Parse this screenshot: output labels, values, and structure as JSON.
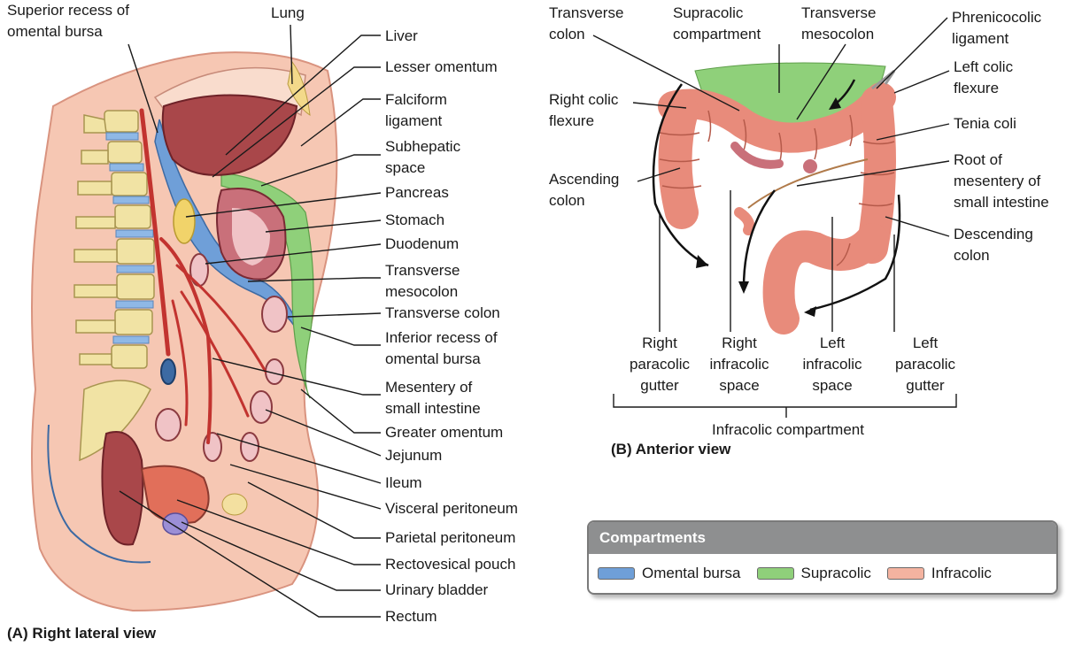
{
  "panel_a": {
    "caption": "(A) Right lateral view",
    "labels": {
      "superior_recess_1": "Superior recess of",
      "superior_recess_2": "omental bursa",
      "lung": "Lung",
      "liver": "Liver",
      "lesser_omentum": "Lesser omentum",
      "falciform_1": "Falciform",
      "falciform_2": "ligament",
      "subhepatic_1": "Subhepatic",
      "subhepatic_2": "space",
      "pancreas": "Pancreas",
      "stomach": "Stomach",
      "duodenum": "Duodenum",
      "transverse_mesocolon_1": "Transverse",
      "transverse_mesocolon_2": "mesocolon",
      "transverse_colon": "Transverse colon",
      "inferior_recess_1": "Inferior recess of",
      "inferior_recess_2": "omental bursa",
      "mesentery_1": "Mesentery of",
      "mesentery_2": "small intestine",
      "greater_omentum": "Greater omentum",
      "jejunum": "Jejunum",
      "ileum": "Ileum",
      "visceral_peritoneum": "Visceral peritoneum",
      "parietal_peritoneum": "Parietal peritoneum",
      "rectovesical_pouch": "Rectovesical pouch",
      "urinary_bladder": "Urinary bladder",
      "rectum": "Rectum"
    }
  },
  "panel_b": {
    "caption": "(B) Anterior view",
    "labels": {
      "transverse_colon_1": "Transverse",
      "transverse_colon_2": "colon",
      "supracolic_1": "Supracolic",
      "supracolic_2": "compartment",
      "transverse_mesocolon_1": "Transverse",
      "transverse_mesocolon_2": "mesocolon",
      "phrenicocolic_1": "Phrenicocolic",
      "phrenicocolic_2": "ligament",
      "left_colic_1": "Left colic",
      "left_colic_2": "flexure",
      "right_colic_1": "Right colic",
      "right_colic_2": "flexure",
      "tenia_coli": "Tenia coli",
      "ascending_1": "Ascending",
      "ascending_2": "colon",
      "root_1": "Root of",
      "root_2": "mesentery of",
      "root_3": "small intestine",
      "descending_1": "Descending",
      "descending_2": "colon",
      "right_paracolic_1": "Right",
      "right_paracolic_2": "paracolic",
      "right_paracolic_3": "gutter",
      "right_infracolic_1": "Right",
      "right_infracolic_2": "infracolic",
      "right_infracolic_3": "space",
      "left_infracolic_1": "Left",
      "left_infracolic_2": "infracolic",
      "left_infracolic_3": "space",
      "left_paracolic_1": "Left",
      "left_paracolic_2": "paracolic",
      "left_paracolic_3": "gutter",
      "infracolic_compartment": "Infracolic compartment"
    }
  },
  "legend": {
    "title": "Compartments",
    "items": [
      {
        "label": "Omental bursa",
        "color": "#6f9fd8"
      },
      {
        "label": "Supracolic",
        "color": "#8fd07a"
      },
      {
        "label": "Infracolic",
        "color": "#f4b3a0"
      }
    ]
  },
  "colors": {
    "body": "#f6c7b3",
    "peritoneum_pink": "#f4b3a0",
    "omental_bursa_blue": "#6f9fd8",
    "supracolic_green": "#8fd07a",
    "liver": "#a9474a",
    "vertebra": "#f1e3a4",
    "colon": "#e88b7b",
    "artery": "#c2332f"
  }
}
